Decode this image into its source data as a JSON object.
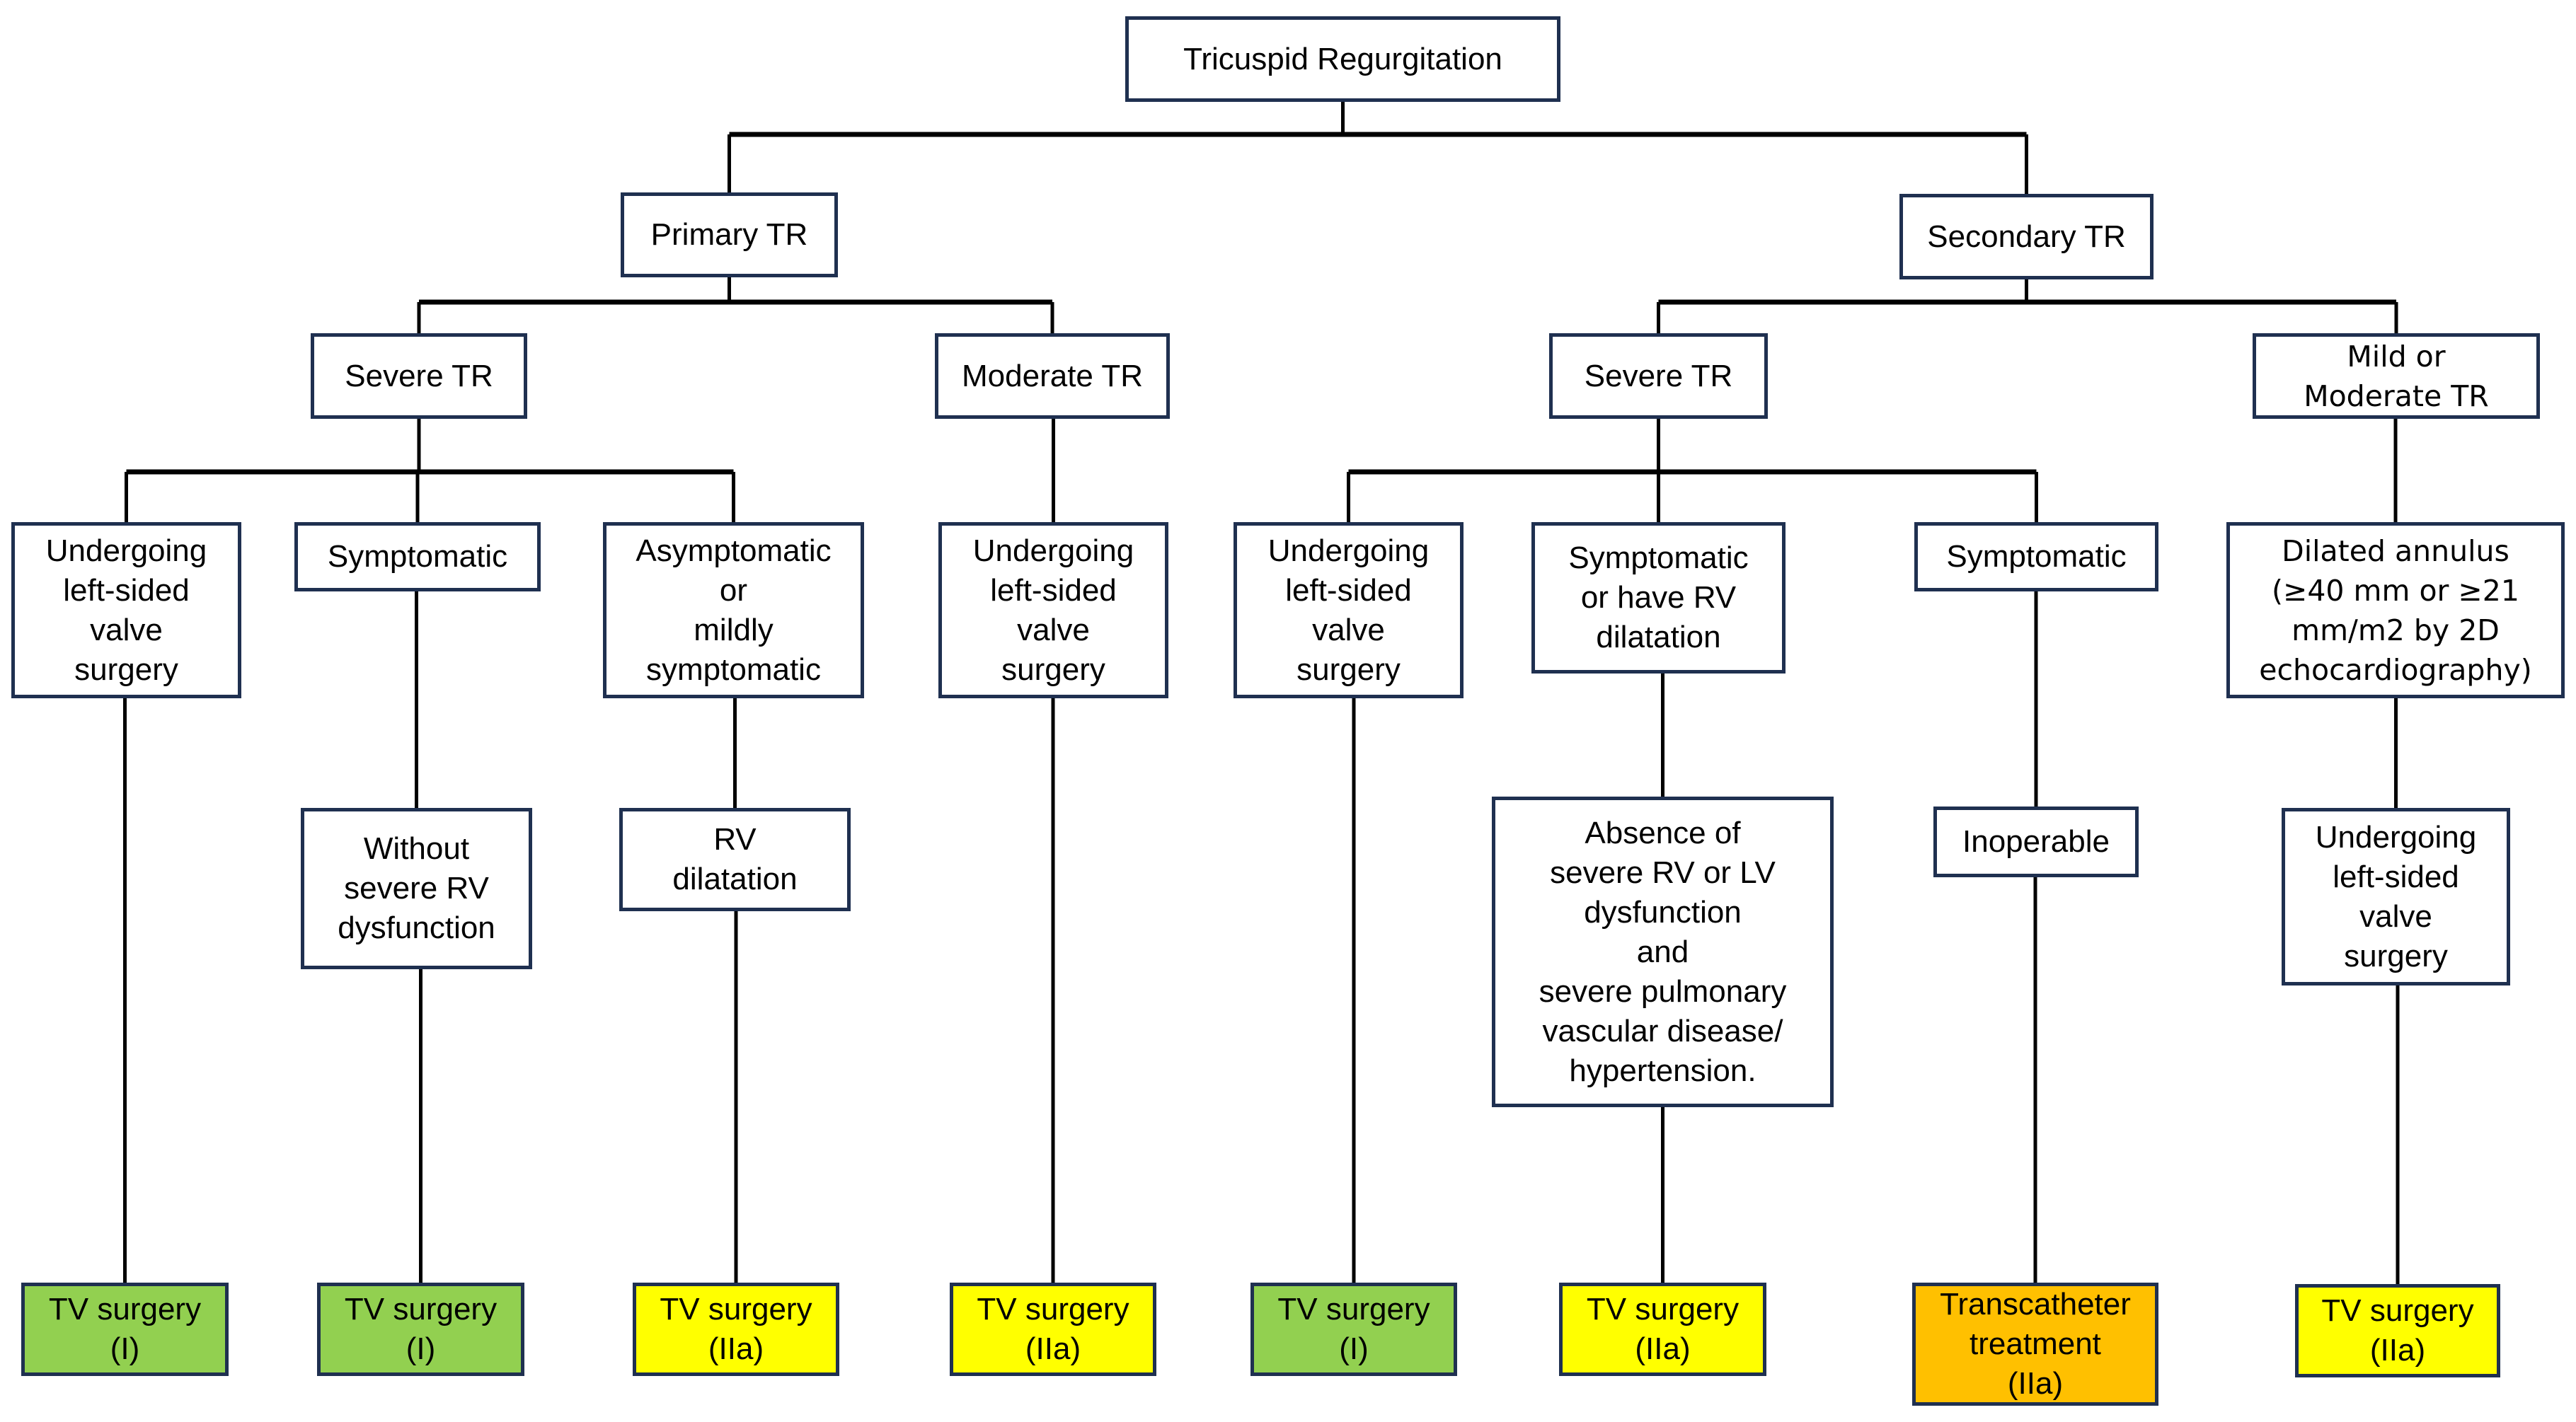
{
  "diagram": {
    "title": "Tricuspid Regurgitation",
    "colors": {
      "box_border": "#1f3050",
      "class_I": "#92d050",
      "class_IIa": "#ffff00",
      "transcatheter_IIa": "#ffc000",
      "connector": "#000000"
    },
    "nodes": {
      "root": "Tricuspid Regurgitation",
      "primary": "Primary TR",
      "secondary": "Secondary TR",
      "p_severe": "Severe TR",
      "p_moderate": "Moderate TR",
      "s_severe": "Severe TR",
      "s_mild_moderate": "Mild or\nModerate TR",
      "p_sev_undergoing": "Undergoing\nleft-sided\nvalve\nsurgery",
      "p_sev_symptomatic": "Symptomatic",
      "p_sev_asymptomatic": "Asymptomatic\nor\nmildly\nsymptomatic",
      "p_mod_undergoing": "Undergoing\nleft-sided\nvalve\nsurgery",
      "s_sev_undergoing": "Undergoing\nleft-sided\nvalve\nsurgery",
      "s_sev_symptomatic_rv": "Symptomatic\nor have RV\ndilatation",
      "s_sev_symptomatic": "Symptomatic",
      "s_mm_dilated": "Dilated annulus\n(≥40 mm or ≥21\nmm/m2 by 2D\nechocardiography)",
      "p_sev_without_rv": "Without\nsevere RV\ndysfunction",
      "p_sev_rv_dilatation": "RV\ndilatation",
      "s_sev_absence": "Absence of\nsevere RV or LV\ndysfunction\nand\nsevere pulmonary\nvascular disease/\nhypertension.",
      "s_sev_inoperable": "Inoperable",
      "s_mm_undergoing": "Undergoing\nleft-sided\nvalve\nsurgery",
      "out1": "TV surgery\n(I)",
      "out2": "TV surgery\n(I)",
      "out3": "TV surgery\n(IIa)",
      "out4": "TV surgery\n(IIa)",
      "out5": "TV surgery\n(I)",
      "out6": "TV surgery\n(IIa)",
      "out7": "Transcatheter\ntreatment\n(IIa)",
      "out8": "TV surgery\n(IIa)"
    }
  }
}
